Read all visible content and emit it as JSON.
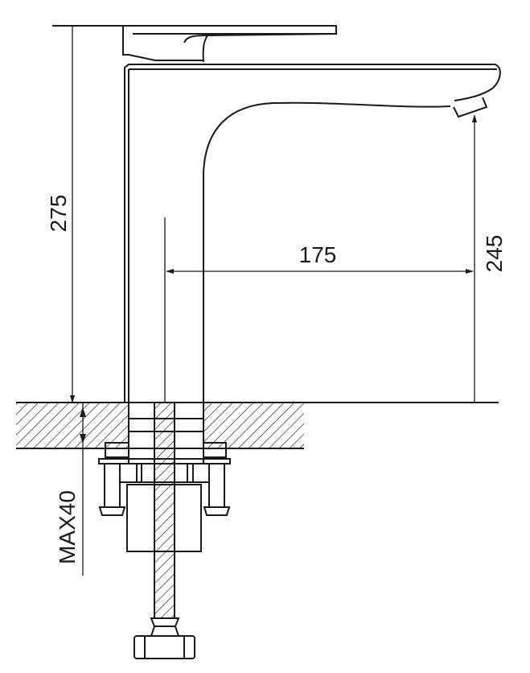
{
  "dimensions": {
    "total_height": "275",
    "spout_height": "245",
    "spout_reach": "175",
    "max_counter_thickness": "MAX40"
  },
  "colors": {
    "line": "#1a1a1a",
    "background": "#ffffff"
  }
}
